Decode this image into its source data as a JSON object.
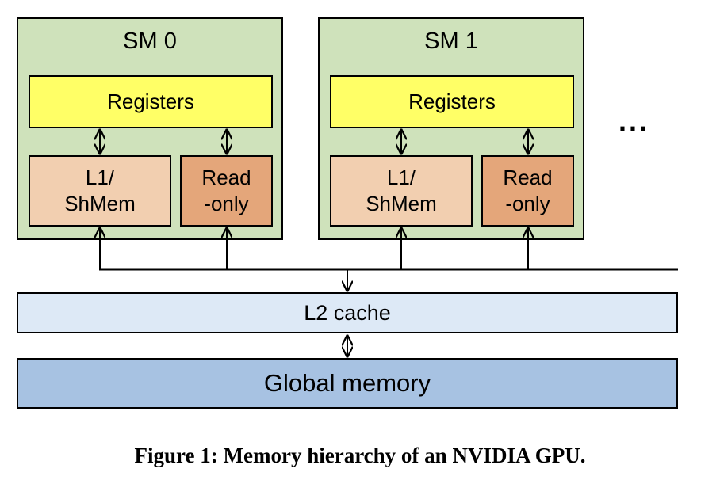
{
  "diagram": {
    "sms": [
      {
        "title": "SM 0",
        "registers": "Registers",
        "l1": "L1/\nShMem",
        "readonly": "Read\n-only"
      },
      {
        "title": "SM 1",
        "registers": "Registers",
        "l1": "L1/\nShMem",
        "readonly": "Read\n-only"
      }
    ],
    "ellipsis": "...",
    "l2": "L2 cache",
    "global_memory": "Global memory"
  },
  "caption": "Figure 1: Memory hierarchy of an NVIDIA GPU.",
  "colors": {
    "sm_bg": "#cfe2bb",
    "registers_bg": "#ffff66",
    "l1_bg": "#f2cfb0",
    "readonly_bg": "#e4a67a",
    "l2_bg": "#dde9f6",
    "global_bg": "#a7c2e2"
  }
}
